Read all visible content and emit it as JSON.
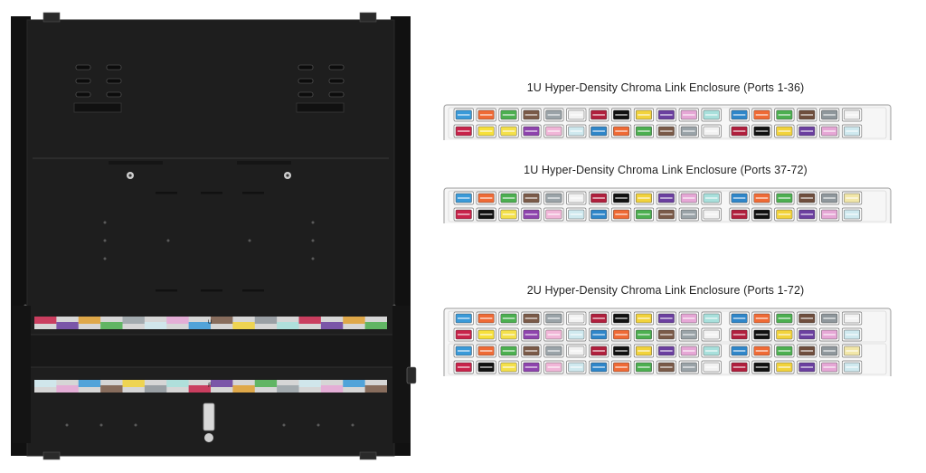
{
  "panels": [
    {
      "title": "1U Hyper-Density Chroma Link Enclosure (Ports 1-36)",
      "rows": [
        [
          "#3a9ad9",
          "#ef6a35",
          "#4caf50",
          "#7a5a48",
          "#9aa3a8",
          "#f2f2f2",
          "#b01f3d",
          "#111111",
          "#f2d33b",
          "#6b3fa0",
          "#e6a7d6",
          "#a8e0dc"
        ],
        [
          "#c8234a",
          "#f7e03a",
          "#f4e04a",
          "#8e44ad",
          "#f1b6d8",
          "#cfe9ef",
          "#2f86c9",
          "#ef6a35",
          "#4caf50",
          "#7a5a48",
          "#9aa3a8",
          "#f2f2f2"
        ]
      ],
      "rows_b": [
        [
          "#2f86c9",
          "#ef6a35",
          "#4caf50",
          "#6f4e3d",
          "#8f979c",
          "#f2f2f2"
        ],
        [
          "#b01f3d",
          "#111111",
          "#f2d33b",
          "#6b3fa0",
          "#e6a7d6",
          "#cfe9ef"
        ]
      ]
    },
    {
      "title": "1U Hyper-Density Chroma Link Enclosure (Ports 37-72)",
      "rows": [
        [
          "#3a9ad9",
          "#ef6a35",
          "#4caf50",
          "#7a5a48",
          "#9aa3a8",
          "#f2f2f2",
          "#b01f3d",
          "#111111",
          "#f2d33b",
          "#6b3fa0",
          "#e6a7d6",
          "#a8e0dc"
        ],
        [
          "#c8234a",
          "#111111",
          "#f4e04a",
          "#8e44ad",
          "#f1b6d8",
          "#cfe9ef",
          "#2f86c9",
          "#ef6a35",
          "#4caf50",
          "#7a5a48",
          "#9aa3a8",
          "#f2f2f2"
        ]
      ],
      "rows_b": [
        [
          "#2f86c9",
          "#ef6a35",
          "#4caf50",
          "#6f4e3d",
          "#8f979c",
          "#f2e7a8"
        ],
        [
          "#b01f3d",
          "#111111",
          "#f2d33b",
          "#6b3fa0",
          "#e6a7d6",
          "#cfe9ef"
        ]
      ]
    },
    {
      "title": "2U Hyper-Density Chroma Link Enclosure (Ports 1-72)",
      "rows": [
        [
          "#3a9ad9",
          "#ef6a35",
          "#4caf50",
          "#7a5a48",
          "#9aa3a8",
          "#f2f2f2",
          "#b01f3d",
          "#111111",
          "#f2d33b",
          "#6b3fa0",
          "#e6a7d6",
          "#a8e0dc"
        ],
        [
          "#c8234a",
          "#f7e03a",
          "#f4e04a",
          "#8e44ad",
          "#f1b6d8",
          "#cfe9ef",
          "#2f86c9",
          "#ef6a35",
          "#4caf50",
          "#7a5a48",
          "#9aa3a8",
          "#f2f2f2"
        ],
        [
          "#3a9ad9",
          "#ef6a35",
          "#4caf50",
          "#7a5a48",
          "#9aa3a8",
          "#f2f2f2",
          "#b01f3d",
          "#111111",
          "#f2d33b",
          "#6b3fa0",
          "#e6a7d6",
          "#a8e0dc"
        ],
        [
          "#c8234a",
          "#111111",
          "#f4e04a",
          "#8e44ad",
          "#f1b6d8",
          "#cfe9ef",
          "#2f86c9",
          "#ef6a35",
          "#4caf50",
          "#7a5a48",
          "#9aa3a8",
          "#f2f2f2"
        ]
      ],
      "rows_b": [
        [
          "#2f86c9",
          "#ef6a35",
          "#4caf50",
          "#6f4e3d",
          "#8f979c",
          "#f2f2f2"
        ],
        [
          "#b01f3d",
          "#111111",
          "#f2d33b",
          "#6b3fa0",
          "#e6a7d6",
          "#cfe9ef"
        ],
        [
          "#2f86c9",
          "#ef6a35",
          "#4caf50",
          "#6f4e3d",
          "#8f979c",
          "#f2e7a8"
        ],
        [
          "#b01f3d",
          "#111111",
          "#f2d33b",
          "#6b3fa0",
          "#e6a7d6",
          "#cfe9ef"
        ]
      ]
    }
  ],
  "chassis": {
    "strip_colors": [
      "#c8234a",
      "#6b3fa0",
      "#e0a030",
      "#4caf50",
      "#9aa3a8",
      "#cfe9ef",
      "#e6a7d6",
      "#3a9ad9",
      "#7a5a48",
      "#f2d33b",
      "#8f979c",
      "#a8e0dc"
    ],
    "strip_labels": [
      "U",
      "F"
    ],
    "body_color": "#1e1e1e",
    "edge_color": "#111111"
  }
}
